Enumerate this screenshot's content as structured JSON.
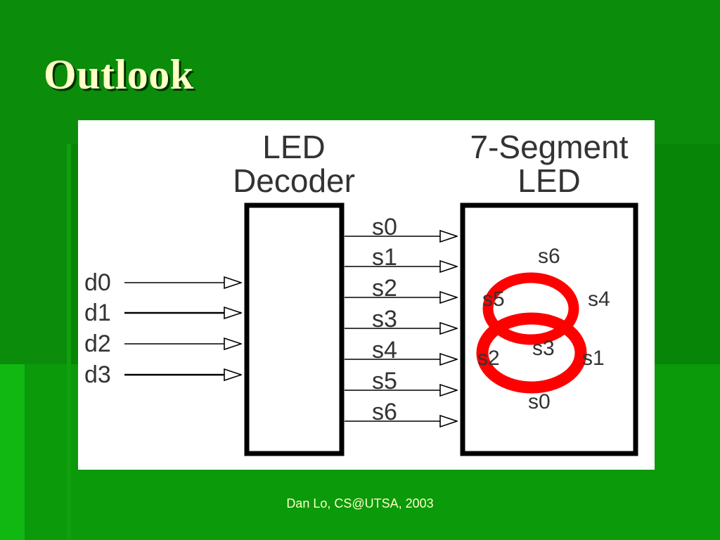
{
  "slide": {
    "title": "Outlook",
    "footer": "Dan Lo, CS@UTSA, 2003"
  },
  "diagram": {
    "decoder_label": [
      "LED",
      "Decoder"
    ],
    "led_label": [
      "7-Segment",
      "LED"
    ],
    "inputs": [
      "d0",
      "d1",
      "d2",
      "d3"
    ],
    "outputs": [
      "s0",
      "s1",
      "s2",
      "s3",
      "s4",
      "s5",
      "s6"
    ],
    "digit": "8",
    "segment_labels": {
      "s6": "s6",
      "s5": "s5",
      "s4": "s4",
      "s3": "s3",
      "s2": "s2",
      "s1": "s1",
      "s0": "s0"
    },
    "digit_color": "#ff0000"
  }
}
